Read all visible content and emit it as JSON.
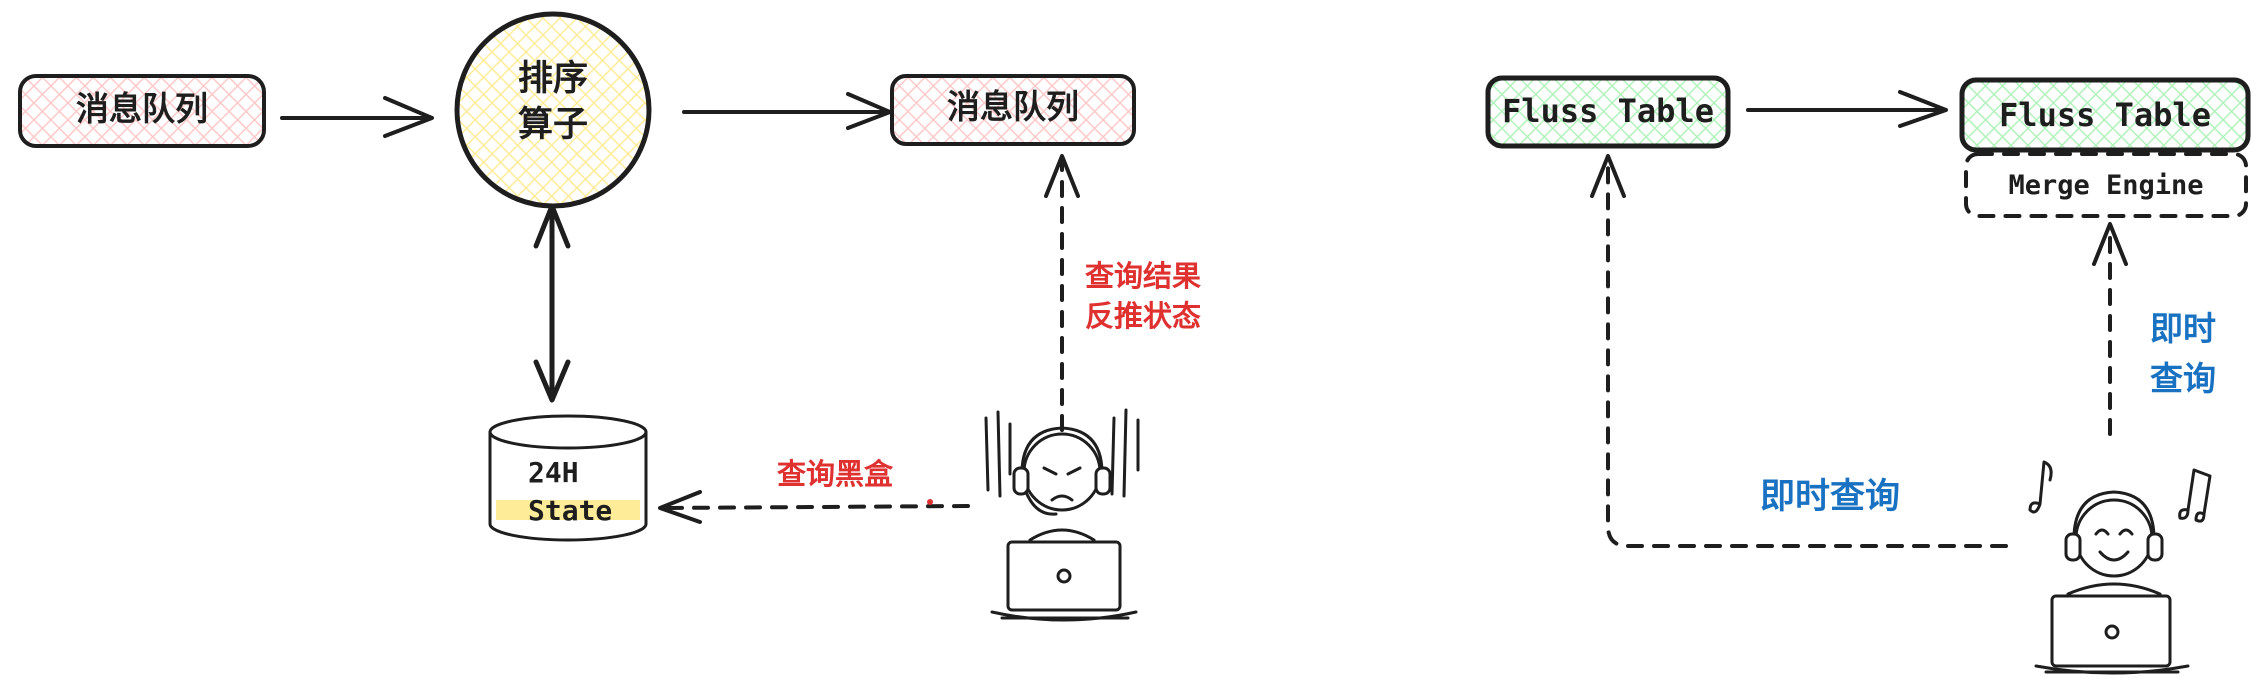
{
  "colors": {
    "ink": "#1e1e1e",
    "queue_fill": "#ffc9c9",
    "operator_fill": "#fff3a6",
    "fluss_fill": "#b2f2bb",
    "state_highlight": "#ffec99",
    "red_annotation": "#e03131",
    "blue_annotation": "#1971c2"
  },
  "left": {
    "source_queue": {
      "label": "消息队列"
    },
    "sort_operator": {
      "line1": "排序",
      "line2": "算子"
    },
    "sink_queue": {
      "label": "消息队列"
    },
    "state_store": {
      "line1": "24H",
      "line2": "State"
    },
    "annotation_query_result": {
      "line1": "查询结果",
      "line2": "反推状态"
    },
    "annotation_black_box": {
      "label": "查询黑盒"
    },
    "user_icon": "frustrated-person-at-laptop-icon"
  },
  "right": {
    "source_table": {
      "label": "Fluss Table"
    },
    "sink_table": {
      "label": "Fluss Table"
    },
    "merge_engine": {
      "label": "Merge Engine"
    },
    "annotation_instant_query_left": {
      "label": "即时查询"
    },
    "annotation_instant_query_right": {
      "line1": "即时",
      "line2": "查询"
    },
    "user_icon": "happy-person-at-laptop-icon"
  }
}
